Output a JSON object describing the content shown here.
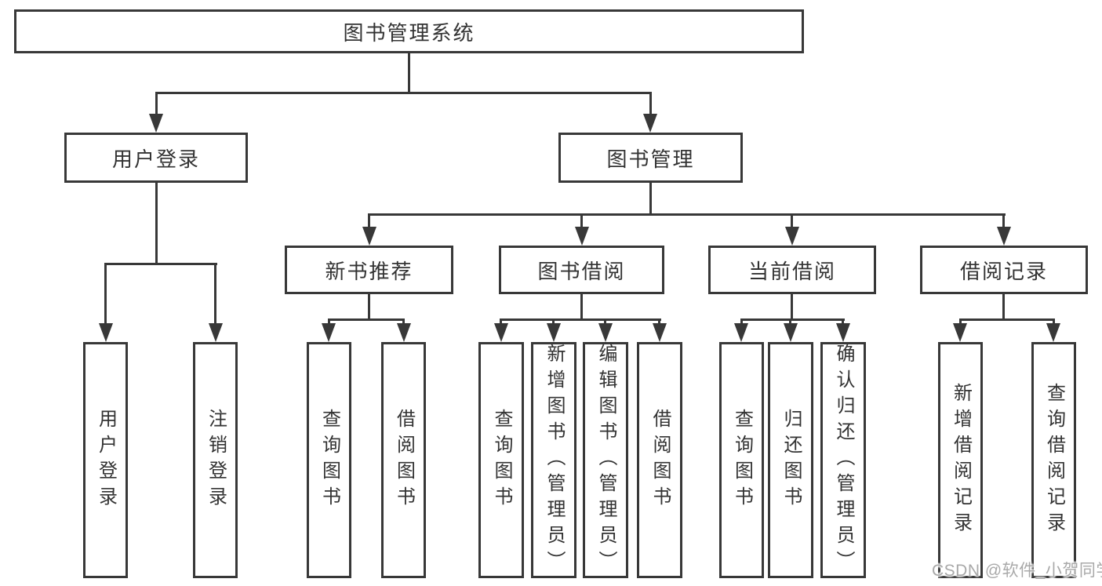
{
  "diagram": {
    "tree": {
      "label": "图书管理系统",
      "children": [
        {
          "label": "用户登录",
          "children": [
            {
              "label": "用户登录"
            },
            {
              "label": "注销登录"
            }
          ]
        },
        {
          "label": "图书管理",
          "children": [
            {
              "label": "新书推荐",
              "children": [
                {
                  "label": "查询图书"
                },
                {
                  "label": "借阅图书"
                }
              ]
            },
            {
              "label": "图书借阅",
              "children": [
                {
                  "label": "查询图书"
                },
                {
                  "label": "新增图书（管理员）"
                },
                {
                  "label": "编辑图书（管理员）"
                },
                {
                  "label": "借阅图书"
                }
              ]
            },
            {
              "label": "当前借阅",
              "children": [
                {
                  "label": "查询图书"
                },
                {
                  "label": "归还图书"
                },
                {
                  "label": "确认归还（管理员）"
                }
              ]
            },
            {
              "label": "借阅记录",
              "children": [
                {
                  "label": "新增借阅记录"
                },
                {
                  "label": "查询借阅记录"
                }
              ]
            }
          ]
        }
      ]
    },
    "watermark": {
      "text": "CSDN @软件_小贺同学"
    },
    "colors": {
      "line": "#383838",
      "box_border": "#383838",
      "text": "#333333",
      "background": "#ffffff",
      "watermark": "#a9a9a9"
    }
  }
}
